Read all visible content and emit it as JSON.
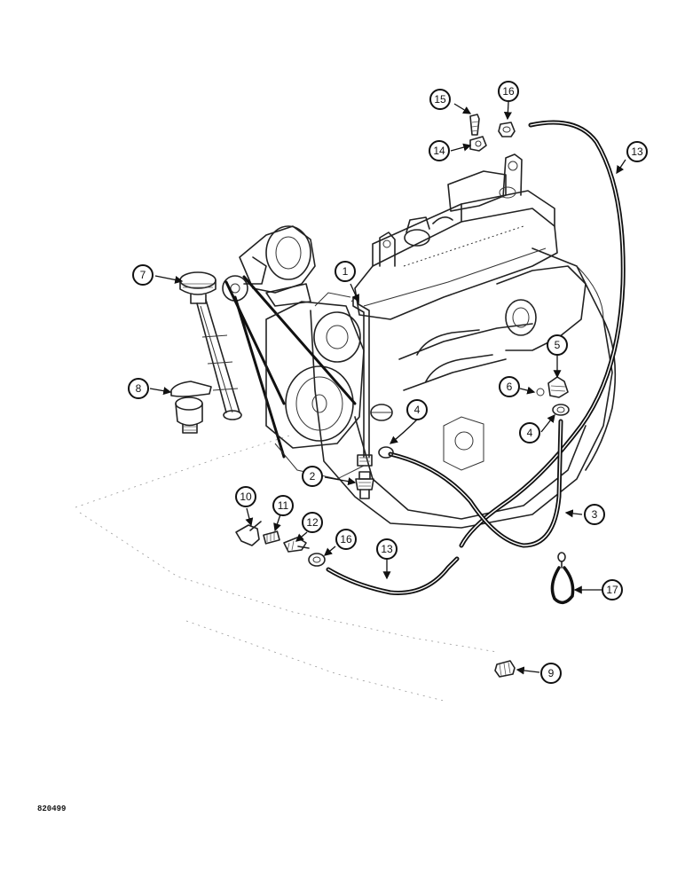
{
  "drawing_number": "820499",
  "callouts": [
    "1",
    "2",
    "3",
    "4",
    "4",
    "5",
    "6",
    "7",
    "8",
    "9",
    "10",
    "11",
    "12",
    "13",
    "13",
    "14",
    "15",
    "16",
    "16",
    "17"
  ]
}
